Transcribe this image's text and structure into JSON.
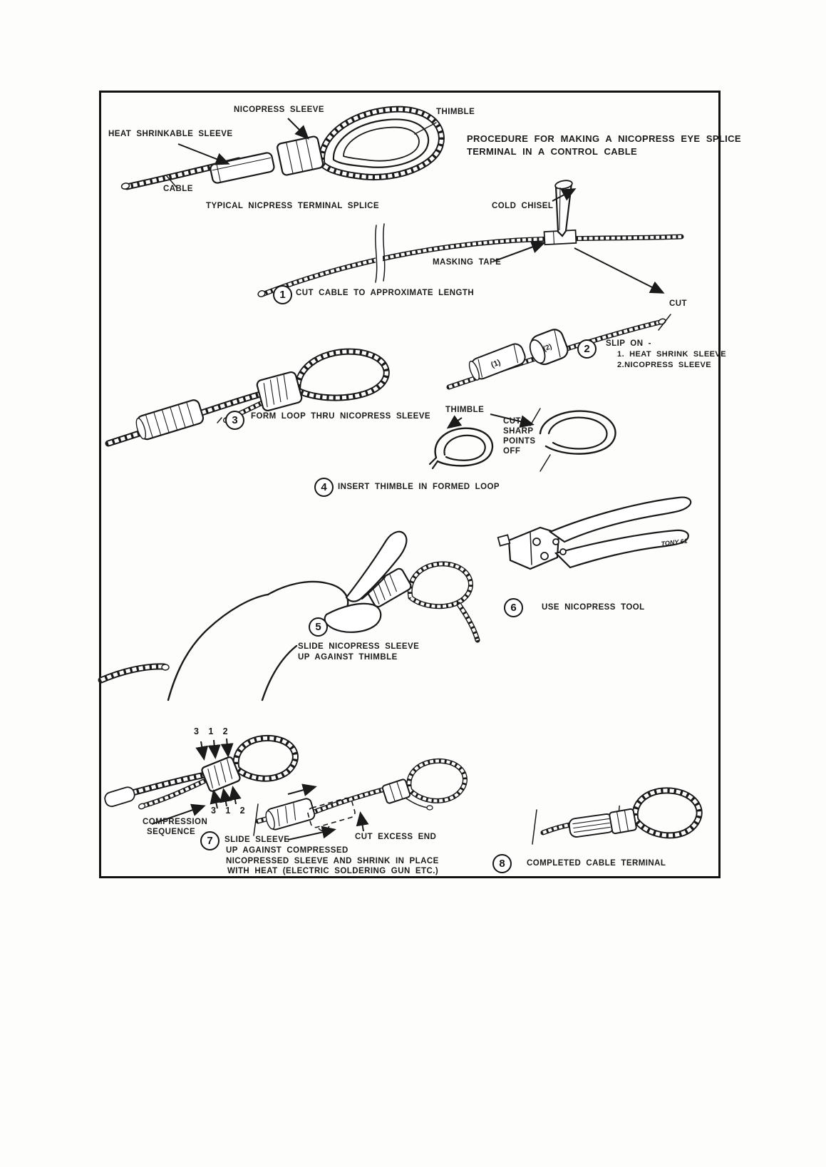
{
  "document": {
    "title_line1": "PROCEDURE FOR MAKING A NICOPRESS EYE SPLICE",
    "title_line2": "TERMINAL IN A CONTROL CABLE",
    "caption": "TYPICAL NICPRESS TERMINAL SPLICE"
  },
  "labels": {
    "nicopress_sleeve": "NICOPRESS SLEEVE",
    "thimble_top": "THIMBLE",
    "heat_shrinkable_sleeve": "HEAT SHRINKABLE SLEEVE",
    "cable": "CABLE",
    "cold_chisel": "COLD CHISEL",
    "masking_tape": "MASKING TAPE",
    "cut": "CUT",
    "thimble_mid": "THIMBLE",
    "cut_sharp_1": "CUT",
    "cut_sharp_2": "SHARP",
    "cut_sharp_3": "POINTS",
    "cut_sharp_4": "OFF",
    "sequence_top": "3 1 2",
    "sequence_bottom": "3 1 2",
    "compression_1": "COMPRESSION",
    "compression_2": "SEQUENCE",
    "cut_excess_end": "CUT EXCESS END",
    "sleeve_mark_1": "(1)",
    "sleeve_mark_2": "(2)",
    "tool_signature": "TONY 61"
  },
  "steps": [
    {
      "num": "1",
      "line1": "CUT CABLE TO APPROXIMATE LENGTH"
    },
    {
      "num": "2",
      "line1": "SLIP ON -",
      "line2": "1. HEAT SHRINK SLEEVE",
      "line3": "2.NICOPRESS SLEEVE"
    },
    {
      "num": "3",
      "line1": "FORM LOOP THRU NICOPRESS SLEEVE"
    },
    {
      "num": "4",
      "line1": "INSERT THIMBLE IN FORMED LOOP"
    },
    {
      "num": "5",
      "line1": "SLIDE NICOPRESS SLEEVE",
      "line2": "UP AGAINST THIMBLE"
    },
    {
      "num": "6",
      "line1": "USE NICOPRESS TOOL"
    },
    {
      "num": "7",
      "line1": "SLIDE SLEEVE",
      "line2": "UP AGAINST COMPRESSED",
      "line3": "NICOPRESSED SLEEVE AND SHRINK IN PLACE",
      "line4": "WITH HEAT (ELECTRIC SOLDERING GUN ETC.)"
    },
    {
      "num": "8",
      "line1": "COMPLETED CABLE TERMINAL"
    }
  ]
}
